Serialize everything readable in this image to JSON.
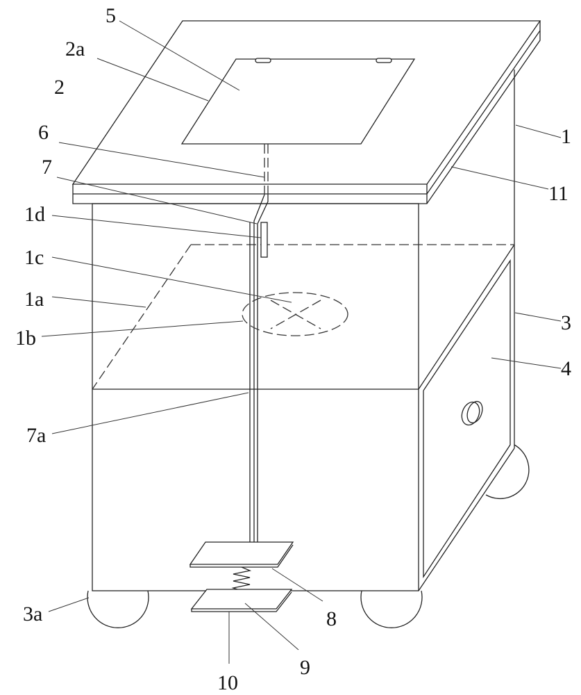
{
  "figure": {
    "labels": {
      "l1": "1",
      "l1a": "1a",
      "l1b": "1b",
      "l1c": "1c",
      "l1d": "1d",
      "l2": "2",
      "l2a": "2a",
      "l3": "3",
      "l3a": "3a",
      "l4": "4",
      "l5": "5",
      "l6": "6",
      "l7": "7",
      "l7a": "7a",
      "l8": "8",
      "l9": "9",
      "l10": "10",
      "l11": "11"
    }
  }
}
